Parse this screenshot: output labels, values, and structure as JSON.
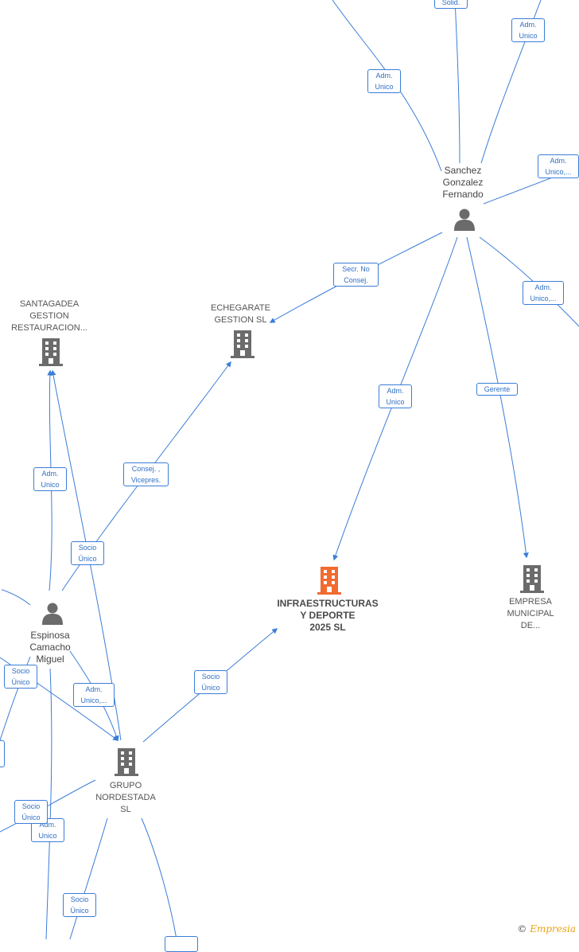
{
  "nodes": {
    "sanchez": {
      "label": "Sanchez\nGonzalez\nFernando",
      "icon": "person-icon"
    },
    "santagadea": {
      "label": "SANTAGADEA\nGESTION\nRESTAURACION...",
      "icon": "building-icon"
    },
    "echegarate": {
      "label": "ECHEGARATE\nGESTION  SL",
      "icon": "building-icon"
    },
    "infraestructuras": {
      "label": "INFRAESTRUCTURAS\nY DEPORTE\n2025  SL",
      "icon": "building-icon"
    },
    "empresa": {
      "label": "EMPRESA\nMUNICIPAL\nDE...",
      "icon": "building-icon"
    },
    "espinosa": {
      "label": "Espinosa\nCamacho\nMiguel",
      "icon": "person-icon"
    },
    "grupo": {
      "label": "GRUPO\nNORDESTADA\nSL",
      "icon": "building-icon"
    }
  },
  "edge_labels": {
    "solid_top": "Solid.",
    "adm_unico_top_right": "Adm.\nUnico",
    "adm_unico_top_left": "Adm.\nUnico",
    "adm_unico_right": "Adm.\nUnico,...",
    "secr_no_consej": "Secr.  No\nConsej.",
    "adm_unico_right2": "Adm.\nUnico,...",
    "adm_unico_infra": "Adm.\nUnico",
    "gerente": "Gerente",
    "adm_unico_santagadea": "Adm.\nUnico",
    "consej_vicepres": "Consej. ,\nVicepres.",
    "socio_unico_echegarate": "Socio\nÚnico",
    "socio_unico_infra": "Socio\nÚnico",
    "adm_unico_grupo": "Adm.\nUnico,...",
    "socio_unico_left": "Socio\nÚnico",
    "socio_unico_bottom_left": "Socio\nÚnico",
    "adm_unico_bottom_left": "Adm.\nUnico",
    "socio_unico_bottom": "Socio\nÚnico"
  },
  "footer": {
    "copyright": "©",
    "brand": "Empresia"
  },
  "colors": {
    "edge": "#3b7dd8",
    "node": "#6b6b6b",
    "highlight": "#f26b2f"
  }
}
